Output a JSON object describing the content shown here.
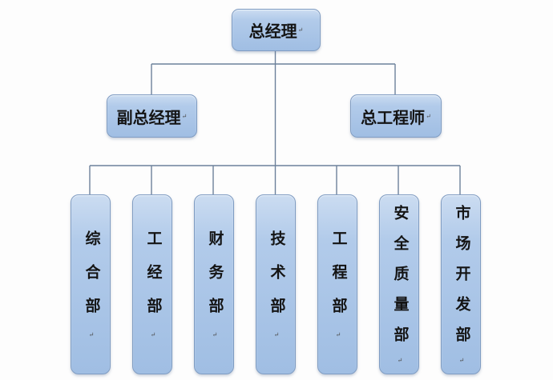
{
  "org_chart": {
    "return_mark": "↵",
    "root": {
      "label": "总经理"
    },
    "managers": [
      {
        "label": "副总经理"
      },
      {
        "label": "总工程师"
      }
    ],
    "departments": [
      {
        "label": "综合部"
      },
      {
        "label": "工经部"
      },
      {
        "label": "财务部"
      },
      {
        "label": "技术部"
      },
      {
        "label": "工程部"
      },
      {
        "label": "安全质量部"
      },
      {
        "label": "市场开发部"
      }
    ],
    "colors": {
      "box_fill": "#a9c5e8",
      "box_fill_light": "#cbdcf1",
      "box_border": "#7f9cc2",
      "connector": "#6d819b",
      "text": "#141414",
      "background": "#fdfdfd"
    }
  }
}
